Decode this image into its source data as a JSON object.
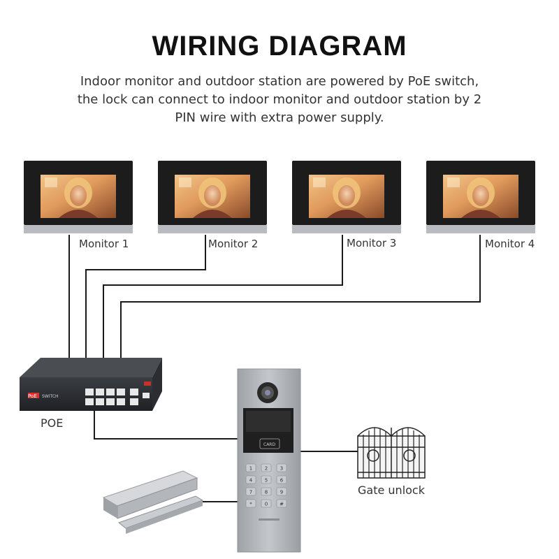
{
  "title": "WIRING DIAGRAM",
  "subtitle": "Indoor monitor and outdoor station are powered by PoE switch, the lock can connect to indoor monitor and outdoor station by 2 PIN wire with extra power supply.",
  "monitors": [
    {
      "label": "Monitor 1"
    },
    {
      "label": "Monitor 2"
    },
    {
      "label": "Monitor 3"
    },
    {
      "label": "Monitor 4"
    }
  ],
  "poe_switch": {
    "label": "POE",
    "brand_text": "PoE",
    "model_text": "SWITCH"
  },
  "outdoor_station": {
    "card_text": "CARD",
    "keypad": [
      "1",
      "2",
      "3",
      "4",
      "5",
      "6",
      "7",
      "8",
      "9",
      "*",
      "0",
      "#"
    ]
  },
  "gate": {
    "label": "Gate unlock"
  },
  "colors": {
    "wire": "#1a1a1a",
    "monitor_frame": "#1c1c1c",
    "silver": "#b9bcc0",
    "panel": "#a9acb0"
  },
  "icons": [
    "monitor-icon",
    "poe-switch-icon",
    "outdoor-station-icon",
    "gate-icon",
    "magnetic-lock-icon"
  ]
}
